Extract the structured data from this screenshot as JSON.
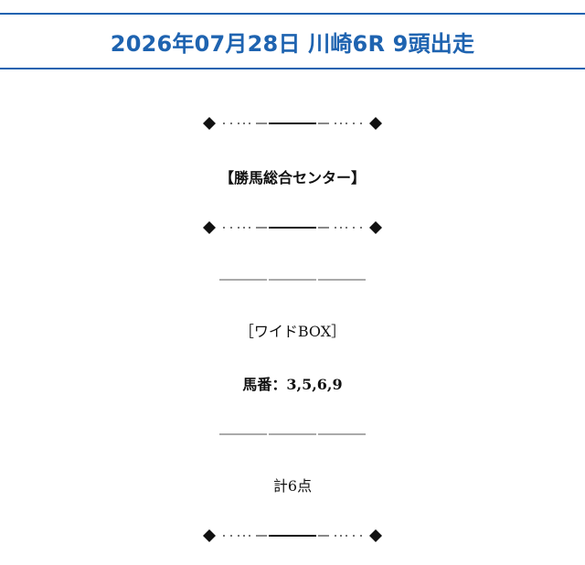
{
  "header": {
    "title": "2026年07月28日 川崎6R 9頭出走"
  },
  "content": {
    "source_label": "【勝馬総合センター】",
    "bet_type": "［ワイドBOX］",
    "horses": "馬番：3,5,6,9",
    "total": "計6点"
  },
  "colors": {
    "header_accent": "#1e63b0",
    "text": "#111111"
  },
  "icons": {
    "ornament": "diamond-dotted-divider-icon"
  }
}
